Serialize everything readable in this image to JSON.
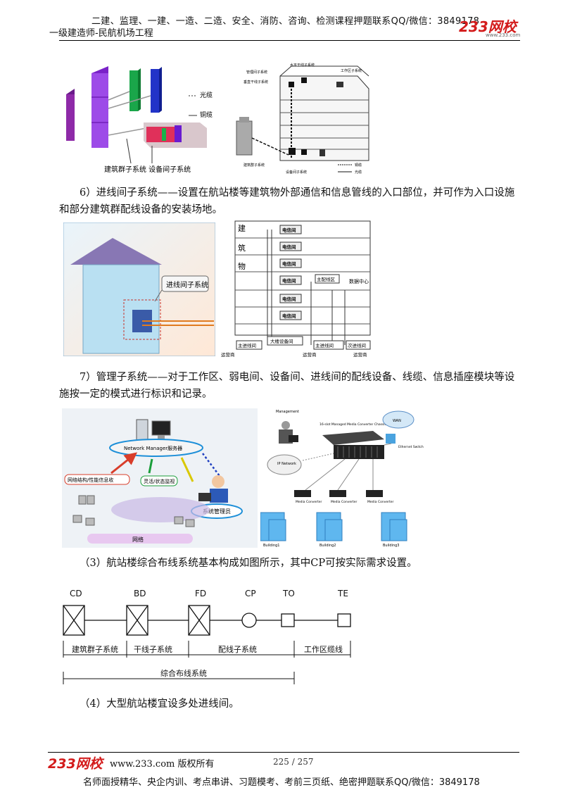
{
  "header": {
    "top_line": "二建、监理、一建、一造、二造、安全、消防、咨询、检测课程押题联系QQ/微信：3849178",
    "subtitle": "一级建造师-民航机场工程",
    "logo": "233网校",
    "logo_url": "www.233.com"
  },
  "figure1": {
    "label_optical": "光缆",
    "label_copper": "铜缆",
    "caption": "建筑群子系统 设备间子系统"
  },
  "figure2": {
    "labels": [
      "水平干线子系统",
      "管理间子系统",
      "工作区子系统",
      "垂直干线子系统",
      "建筑群子系统",
      "设备间子系统"
    ],
    "legend": [
      "铜缆",
      "光缆"
    ]
  },
  "para6": "6）进线间子系统——设置在航站楼等建筑物外部通信和信息管线的入口部位，并可作为入口设施和部分建筑群配线设备的安装场地。",
  "figure3": {
    "label": "进线间子系统"
  },
  "figure4": {
    "side_chars": [
      "建",
      "筑",
      "物"
    ],
    "room": "电信间",
    "main_dist": "主配线区",
    "data_center": "数据中心",
    "building_equipment": "大楼设备间",
    "main_entrance": "主进线间",
    "secondary_entrance": "次进线间",
    "operator": "运营商"
  },
  "para7": "7）管理子系统——对于工作区、弱电间、设备间、进线间的配线设备、线缆、信息插座模块等设施按一定的模式进行标识和记录。",
  "figure5": {
    "server": "Network Manager服务器",
    "info": "网络结构/性能信息收",
    "monitor": "灵活/状态监视",
    "admin": "系统管理员",
    "network": "网络"
  },
  "figure6": {
    "management": "Management",
    "chassis": "16-slot Managed Media Converter Chassis",
    "wan": "WAN",
    "switch": "Ethernet Switch",
    "ip_network": "IP Network",
    "converters": [
      "Media Converter",
      "Media Converter",
      "Media Converter"
    ],
    "buildings": [
      "Building1",
      "Building2",
      "Building3"
    ]
  },
  "para3": "（3）航站楼综合布线系统基本构成如图所示，其中CP可按实际需求设置。",
  "figure7": {
    "nodes": [
      "CD",
      "BD",
      "FD",
      "CP",
      "TO",
      "TE"
    ],
    "segments": [
      "建筑群子系统",
      "干线子系统",
      "配线子系统",
      "工作区缆线"
    ],
    "overall": "综合布线系统"
  },
  "para4": "（4）大型航站楼宜设多处进线间。",
  "footer": {
    "logo": "233网校",
    "copyright": "www.233.com 版权所有",
    "page": "225 / 257",
    "bottom": "名师面授精华、央企内训、考点串讲、习题模考、考前三页纸、绝密押题联系QQ/微信：3849178"
  },
  "colors": {
    "logo_red": "#d31b1b",
    "purple": "#8a2be2",
    "green": "#1a9e3a",
    "blue": "#2233c8"
  }
}
